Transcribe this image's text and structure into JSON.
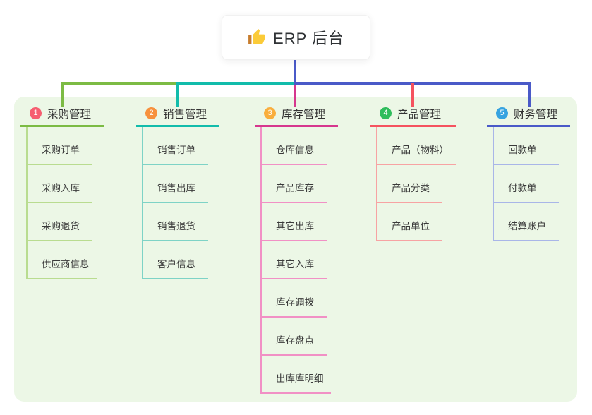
{
  "root": {
    "label": "ERP 后台",
    "icon": "thumbs-up-icon",
    "stem_color": "#4a5ac8"
  },
  "canvas": {
    "background": "#ffffff",
    "panel_background": "#ecf7e6"
  },
  "branches": [
    {
      "num": "1",
      "label": "采购管理",
      "badge_color": "#f65e70",
      "line_color": "#7cbb44",
      "child_line_color": "#b9dc90",
      "items": [
        "采购订单",
        "采购入库",
        "采购退货",
        "供应商信息"
      ]
    },
    {
      "num": "2",
      "label": "销售管理",
      "badge_color": "#f7913d",
      "line_color": "#12bcab",
      "child_line_color": "#7ed3c6",
      "items": [
        "销售订单",
        "销售出库",
        "销售退货",
        "客户信息"
      ]
    },
    {
      "num": "3",
      "label": "库存管理",
      "badge_color": "#f9ae3d",
      "line_color": "#d6378e",
      "child_line_color": "#f190c5",
      "items": [
        "仓库信息",
        "产品库存",
        "其它出库",
        "其它入库",
        "库存调拨",
        "库存盘点",
        "出库库明细"
      ]
    },
    {
      "num": "4",
      "label": "产品管理",
      "badge_color": "#2fbd5c",
      "line_color": "#f5535f",
      "child_line_color": "#f7a3a3",
      "items": [
        "产品（物料）",
        "产品分类",
        "产品单位"
      ]
    },
    {
      "num": "5",
      "label": "财务管理",
      "badge_color": "#36a3e0",
      "line_color": "#4a5ac8",
      "child_line_color": "#a9b6e8",
      "items": [
        "回款单",
        "付款单",
        "结算账户"
      ]
    }
  ]
}
